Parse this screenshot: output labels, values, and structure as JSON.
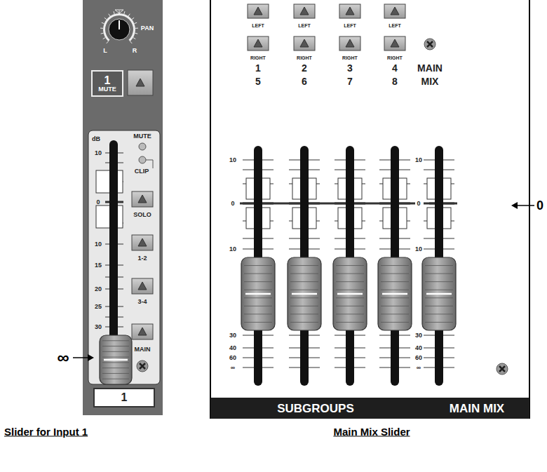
{
  "diagram": {
    "nodes": [
      {
        "text": [
          "1",
          "MUTE"
        ]
      },
      {
        "text": [
          "1"
        ]
      },
      {
        "text": [
          "SUBGROUPS",
          "MAIN MIX"
        ]
      }
    ],
    "labels": [
      "PAN",
      "L",
      "R",
      "dB",
      "MUTE",
      "CLIP",
      "10",
      "0",
      "10",
      "15",
      "20",
      "25",
      "30",
      "SOLO",
      "1-2",
      "3-4",
      "MAIN",
      "∞",
      "Slider for Input 1",
      "LEFT",
      "LEFT",
      "LEFT",
      "LEFT",
      "RIGHT",
      "RIGHT",
      "RIGHT",
      "RIGHT",
      "1",
      "5",
      "2",
      "6",
      "3",
      "7",
      "4",
      "8",
      "MAIN",
      "MIX",
      "10",
      "0",
      "10",
      "30",
      "40",
      "60",
      "∞",
      "10",
      "0",
      "10",
      "30",
      "40",
      "60",
      "∞",
      "0",
      "Main Mix Slider"
    ]
  }
}
